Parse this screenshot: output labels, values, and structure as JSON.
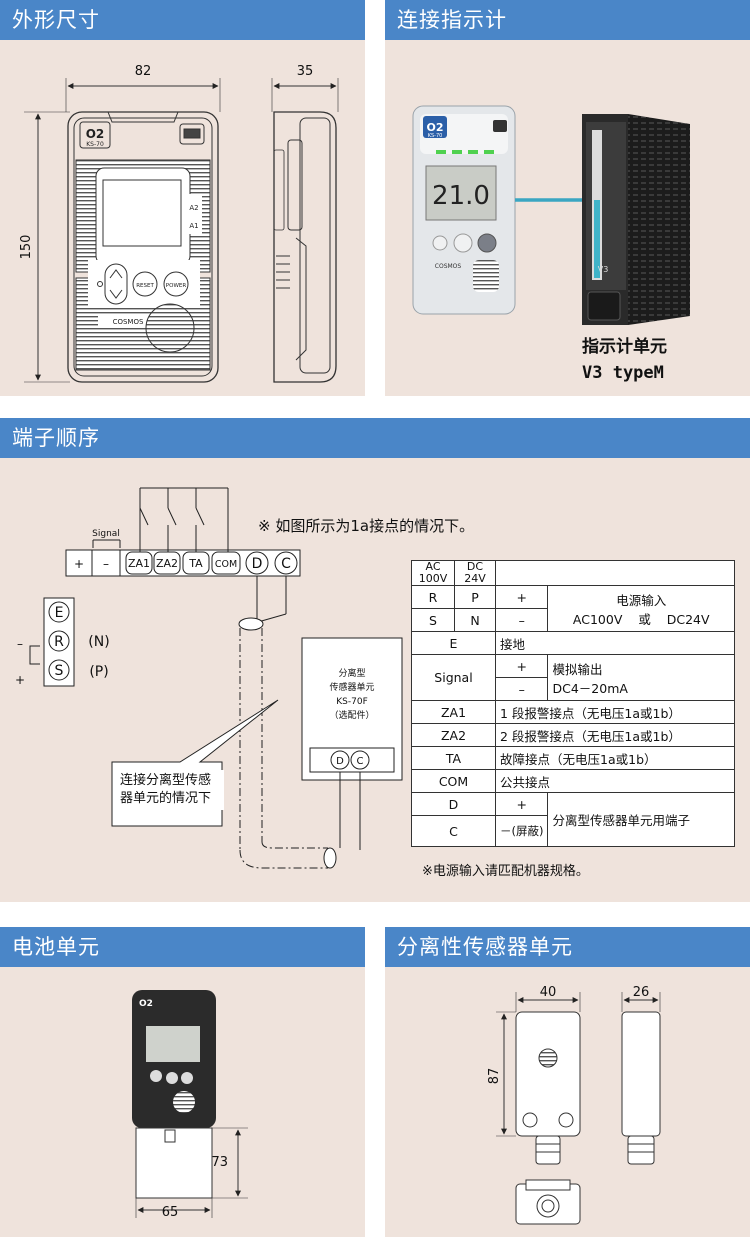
{
  "sections": {
    "dimensions": "外形尺寸",
    "connection": "连接指示计",
    "terminals": "端子顺序",
    "battery": "电池单元",
    "sensor": "分离性传感器单元"
  },
  "dimensions": {
    "width": "82",
    "depth": "35",
    "height": "150"
  },
  "device": {
    "badge": "O2",
    "model": "KS-70",
    "display": "21.0",
    "reset": "RESET",
    "power": "POWER",
    "brand": "COSMOS",
    "label_a2": "A2",
    "label_a1": "A1"
  },
  "indicator": {
    "name": "指示计单元",
    "model": "V3 typeM",
    "face": "V3"
  },
  "terminals": {
    "note": "※ 如图所示为1a接点的情况下。",
    "signal": "Signal",
    "plus": "+",
    "minus": "–",
    "strip": [
      "+",
      "–",
      "ZA1",
      "ZA2",
      "TA",
      "COM",
      "D",
      "C"
    ],
    "ers": [
      "E",
      "R",
      "S"
    ],
    "n_label": "(N)",
    "p_label": "(P)",
    "side_minus": "–",
    "side_plus": "+",
    "sep_box": [
      "分离型",
      "传感器单元",
      "KS-70F",
      "（选配件）"
    ],
    "sep_dc": [
      "D",
      "C"
    ],
    "callout": "连接分离型传感器单元的情况下"
  },
  "spec_table": {
    "head_ac": "AC 100V",
    "head_dc": "DC 24V",
    "r": "R",
    "p": "P",
    "s": "S",
    "n": "N",
    "plus": "+",
    "minus": "–",
    "power_title": "电源输入",
    "power_ac": "AC100V",
    "power_or": "或",
    "power_dc": "DC24V",
    "e": "E",
    "ground": "接地",
    "signal": "Signal",
    "analog": "模拟输出",
    "analog_range": "DC4－20mA",
    "za1": "ZA1",
    "za1_desc": "1 段报警接点（无电压1a或1b）",
    "za2": "ZA2",
    "za2_desc": "2 段报警接点（无电压1a或1b）",
    "ta": "TA",
    "ta_desc": "故障接点（无电压1a或1b）",
    "com": "COM",
    "com_desc": "公共接点",
    "d": "D",
    "c": "C",
    "shield": "－(屏蔽)",
    "sep_desc": "分离型传感器单元用端子",
    "footnote": "※电源输入请匹配机器规格。"
  },
  "battery": {
    "height": "73",
    "width": "65"
  },
  "sensor_dims": {
    "width": "40",
    "depth": "26",
    "height": "87"
  }
}
